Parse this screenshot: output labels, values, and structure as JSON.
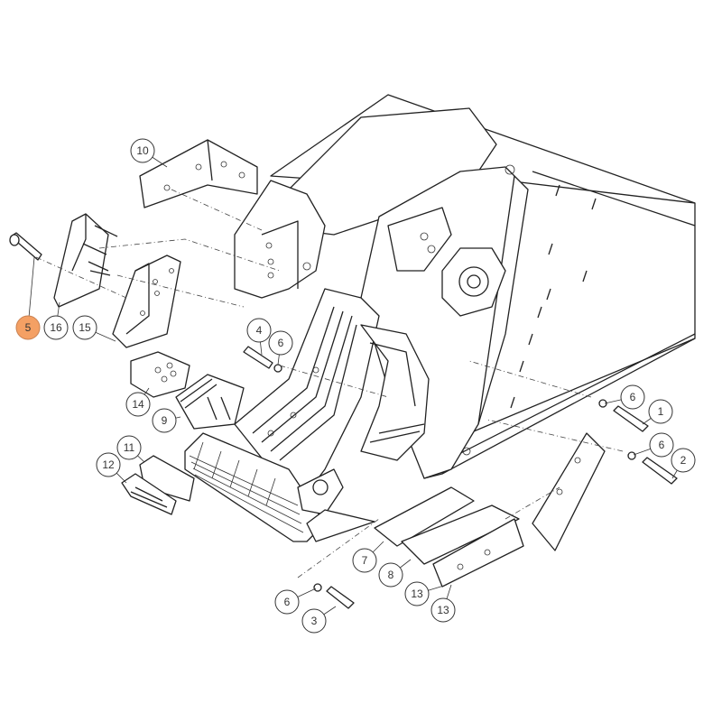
{
  "diagram": {
    "type": "exploded-parts-view",
    "highlight_color": "#f4a064",
    "highlighted_part": "5",
    "callouts": [
      "10",
      "5",
      "16",
      "15",
      "4",
      "6",
      "14",
      "9",
      "11",
      "12",
      "6",
      "1",
      "6",
      "2",
      "7",
      "8",
      "13",
      "13",
      "6",
      "3"
    ]
  }
}
